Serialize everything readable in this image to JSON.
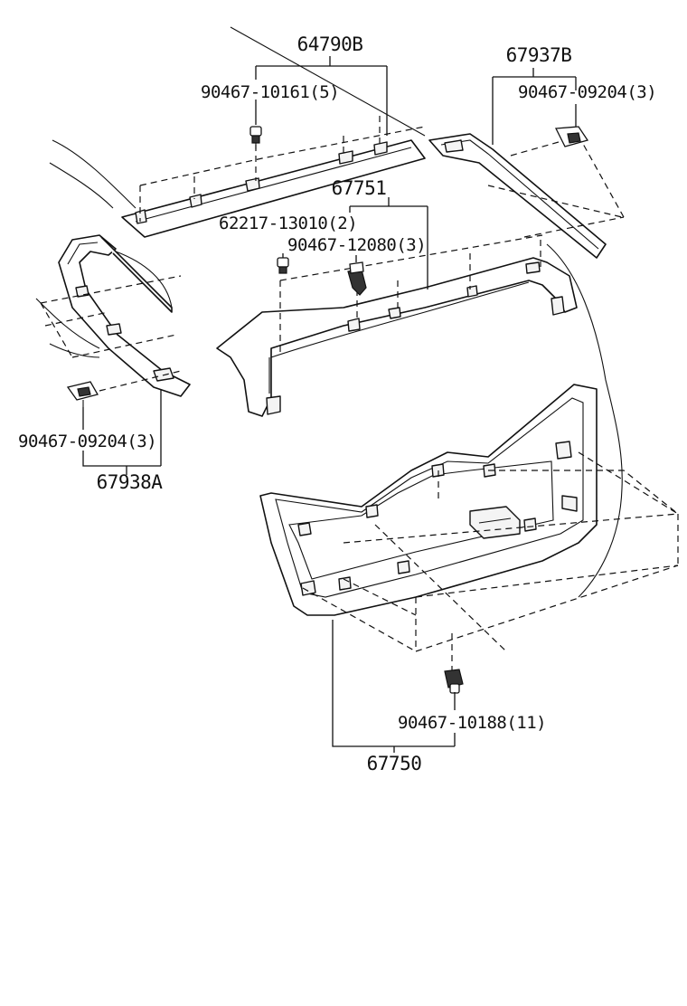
{
  "labels": {
    "p64790B": "64790B",
    "p90467_10161": "90467-10161(5)",
    "p67937B": "67937B",
    "p90467_09204_right": "90467-09204(3)",
    "p67751": "67751",
    "p62217_13010": "62217-13010(2)",
    "p90467_12080": "90467-12080(3)",
    "p90467_09204_left": "90467-09204(3)",
    "p67938A": "67938A",
    "p90467_10188": "90467-10188(11)",
    "p67750": "67750"
  }
}
